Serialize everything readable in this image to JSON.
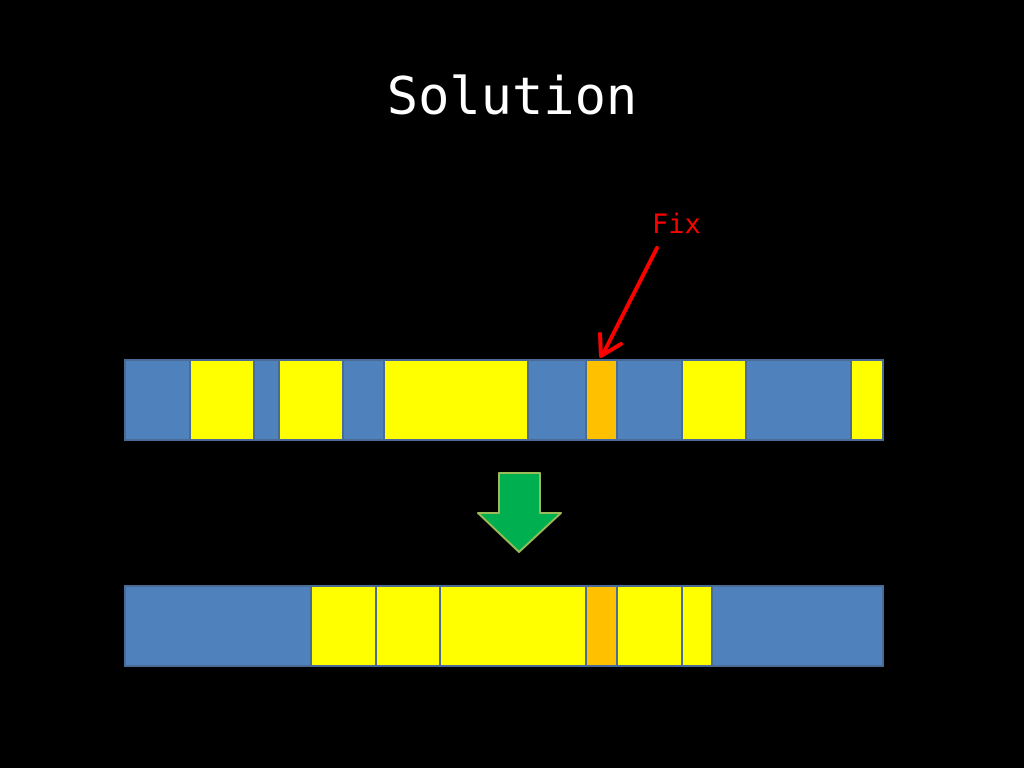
{
  "slide": {
    "title": "Solution"
  },
  "annotation": {
    "label": "Fix",
    "color": "#ff0000"
  },
  "colors": {
    "free": "#4f81bd",
    "allocated": "#ffff00",
    "fixed": "#ffc000",
    "border": "#4a6b96",
    "arrow_fill": "#00b050",
    "arrow_stroke": "#9bbb59"
  },
  "legend_semantics": {
    "blue": "free",
    "yellow": "allocated",
    "orange": "fixed"
  },
  "memory_before": [
    "free",
    "allocated",
    "free",
    "allocated",
    "free",
    "allocated",
    "free",
    "fixed",
    "free",
    "allocated",
    "free",
    "allocated"
  ],
  "memory_after": [
    "free",
    "allocated",
    "allocated",
    "allocated",
    "fixed",
    "allocated",
    "allocated",
    "free"
  ]
}
